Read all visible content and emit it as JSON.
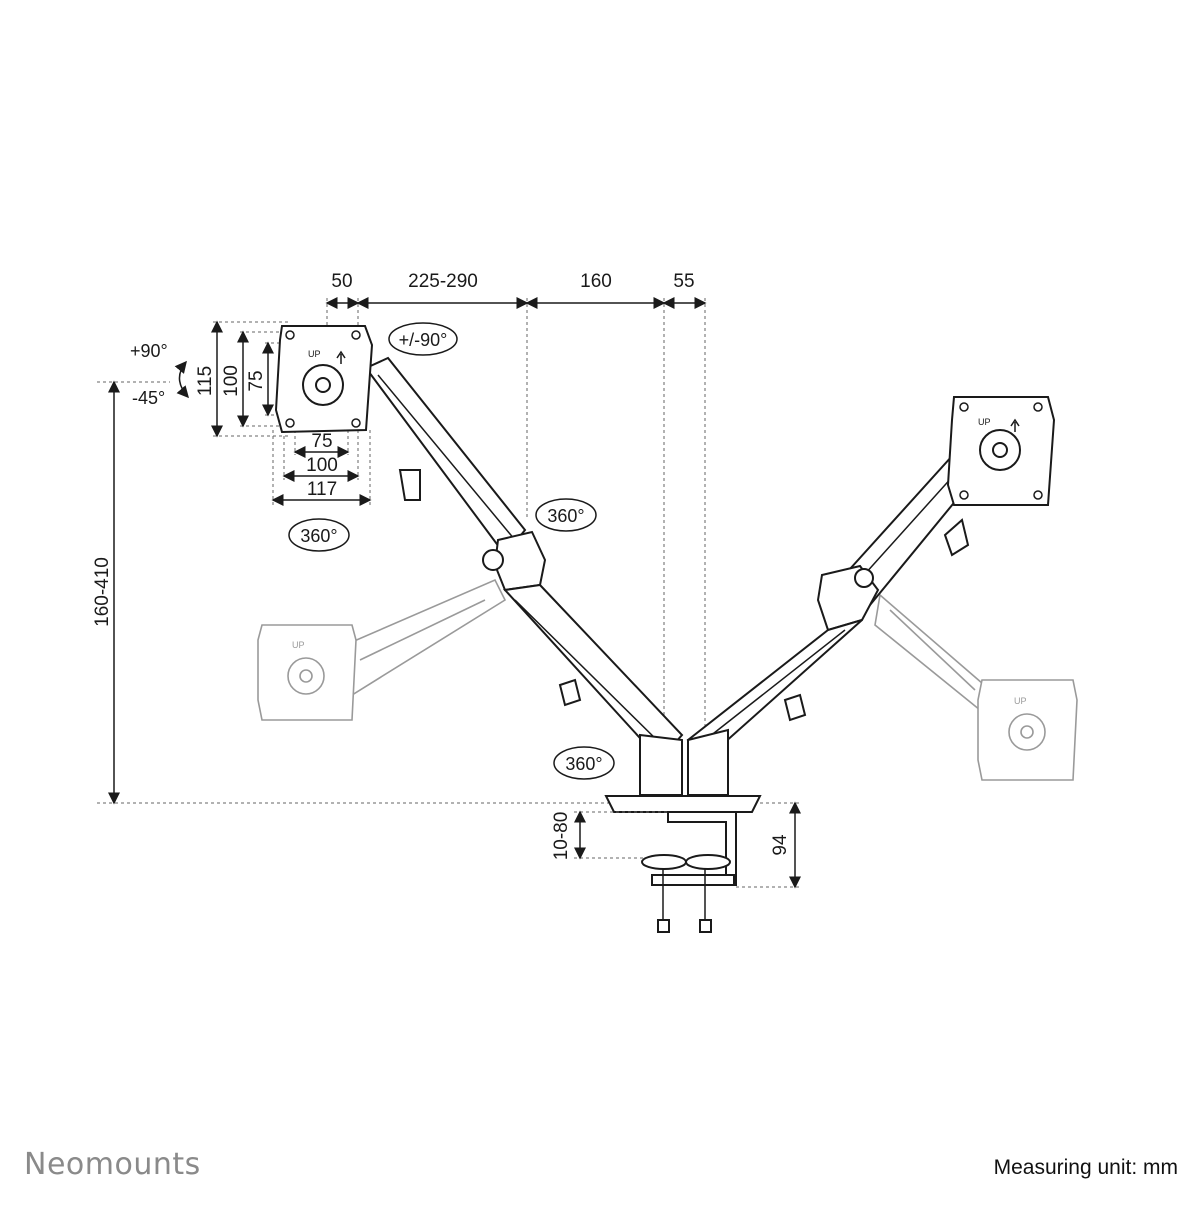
{
  "brand": "Neomounts",
  "unit_note": "Measuring unit: mm",
  "dimensions": {
    "top_offset": "50",
    "arm_reach": "225-290",
    "center_span": "160",
    "pole_offset": "55",
    "vesa_w1": "75",
    "vesa_w2": "100",
    "vesa_w3": "117",
    "vesa_h1": "115",
    "vesa_h2": "100",
    "vesa_h3": "75",
    "height_range": "160-410",
    "desk_range": "10-80",
    "clamp_height": "94"
  },
  "rotations": {
    "tilt_up": "+90°",
    "tilt_down": "-45°",
    "swivel": "+/-90°",
    "elbow": "360°",
    "plate": "360°",
    "base": "360°"
  },
  "icons": {
    "plate_label": "UP"
  }
}
